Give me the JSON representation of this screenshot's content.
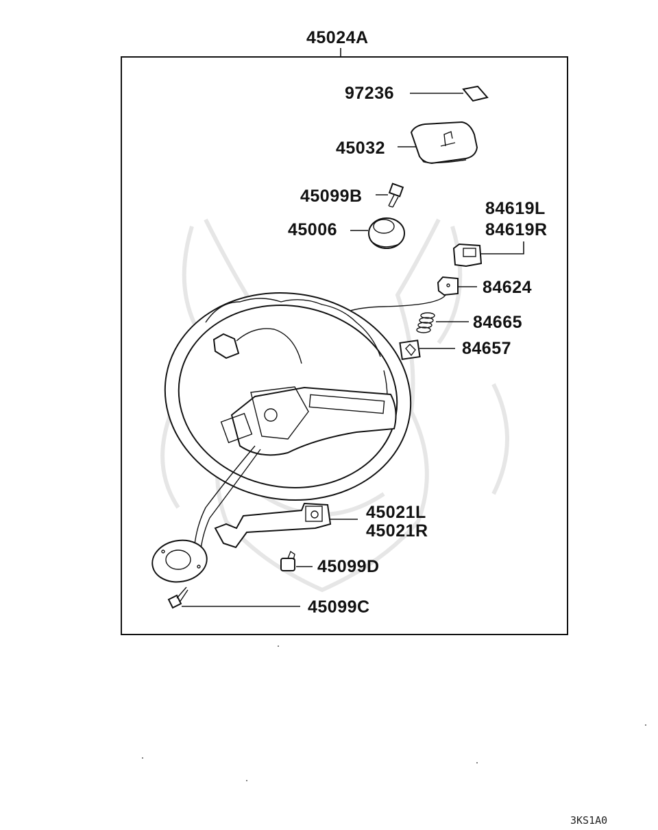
{
  "assembly_label": "45024A",
  "parts": {
    "p97236": "97236",
    "p45032": "45032",
    "p45099b": "45099B",
    "p45006": "45006",
    "p84619l": "84619L",
    "p84619r": "84619R",
    "p84624": "84624",
    "p84665": "84665",
    "p84657": "84657",
    "p45021l": "45021L",
    "p45021r": "45021R",
    "p45099d": "45099D",
    "p45099c": "45099C"
  },
  "diagram_code": "3KS1A0",
  "colors": {
    "ink": "#111111",
    "watermark": "#e6e6e6",
    "background": "#ffffff"
  }
}
